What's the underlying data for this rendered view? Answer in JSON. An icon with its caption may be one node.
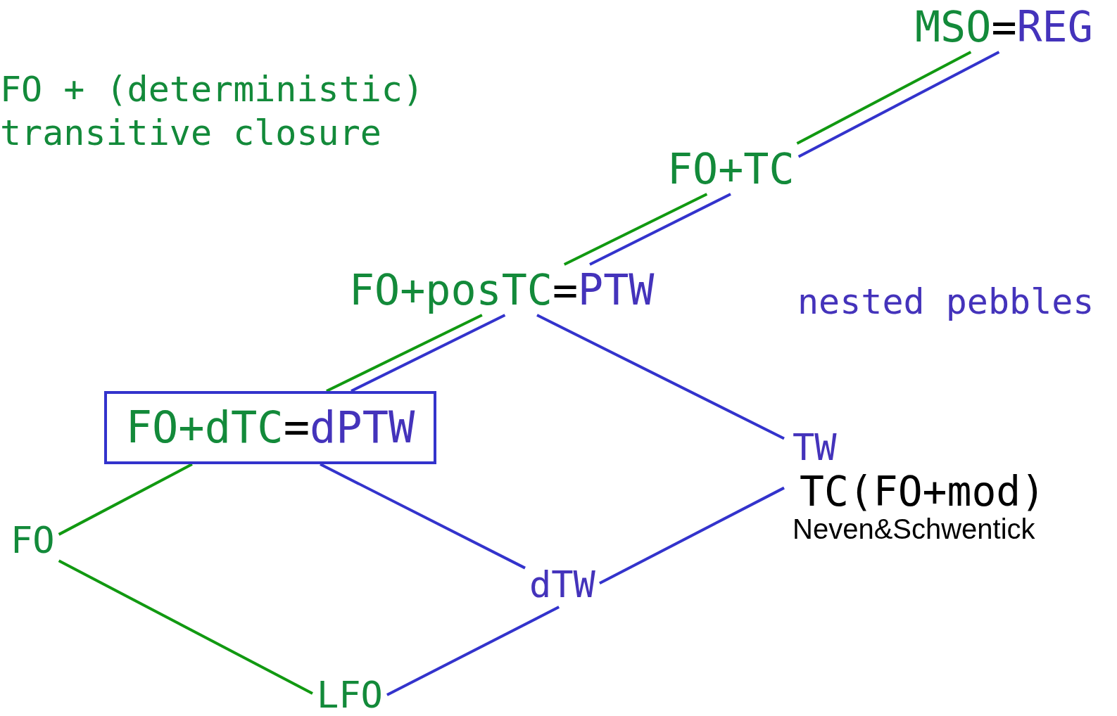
{
  "diagram": {
    "nodes": [
      {
        "text": [
          "MSO=REG"
        ]
      },
      {
        "text": [
          "FO+TC"
        ]
      },
      {
        "text": [
          "FO+posTC=PTW"
        ]
      },
      {
        "text": [
          "FO+dTC=dPTW"
        ]
      },
      {
        "text": [
          "TW"
        ],
        "beside": [
          "TC(FO+mod)",
          "Neven&Schwentick"
        ]
      },
      {
        "text": [
          "FO"
        ]
      },
      {
        "text": [
          "dTW"
        ]
      },
      {
        "text": [
          "LFO"
        ]
      }
    ],
    "edges": [
      {
        "from": 0,
        "to": 1,
        "arrow": "none",
        "color": "#119911"
      },
      {
        "from": 0,
        "to": 1,
        "arrow": "none"
      },
      {
        "from": 1,
        "to": 2,
        "arrow": "none",
        "color": "#119911"
      },
      {
        "from": 1,
        "to": 2,
        "arrow": "none"
      },
      {
        "from": 2,
        "to": 3,
        "arrow": "none",
        "color": "#119911"
      },
      {
        "from": 2,
        "to": 3,
        "arrow": "none"
      },
      {
        "from": 2,
        "to": 4,
        "arrow": "none"
      },
      {
        "from": 3,
        "to": 5,
        "arrow": "none",
        "color": "#119911"
      },
      {
        "from": 3,
        "to": 6,
        "arrow": "none"
      },
      {
        "from": 5,
        "to": 7,
        "arrow": "none",
        "color": "#119911"
      },
      {
        "from": 6,
        "to": 4,
        "arrow": "none"
      },
      {
        "from": 6,
        "to": 7,
        "arrow": "none"
      }
    ],
    "labels": [
      "FO + (deterministic) transitive closure",
      "nested pebbles"
    ]
  }
}
